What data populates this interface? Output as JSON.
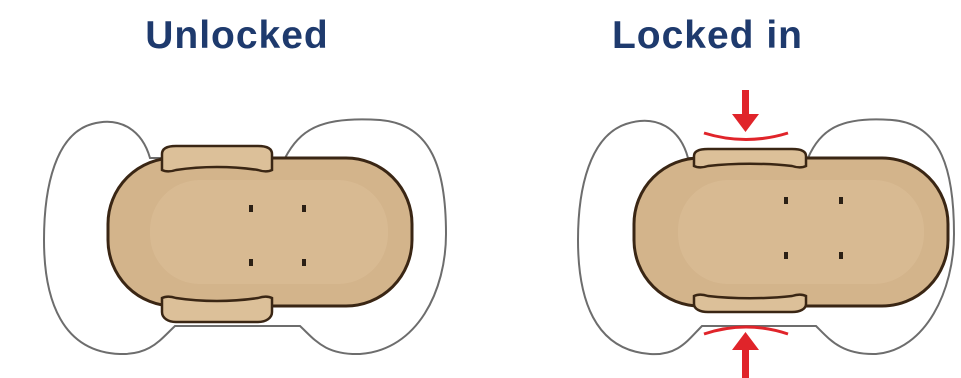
{
  "colors": {
    "heading": "#1e3a6d",
    "patch_fill": "#ffffff",
    "patch_stroke": "#6d6d6d",
    "body_fill": "#d3b48b",
    "body_stroke": "#3a2614",
    "tab_fill": "#dcc099",
    "arrow": "#e0242a"
  },
  "panels": [
    {
      "heading": "Unlocked",
      "state": "unlocked",
      "icon": "sensor-device-unlocked"
    },
    {
      "heading": "Locked in",
      "state": "locked",
      "icon": "sensor-device-locked"
    }
  ]
}
